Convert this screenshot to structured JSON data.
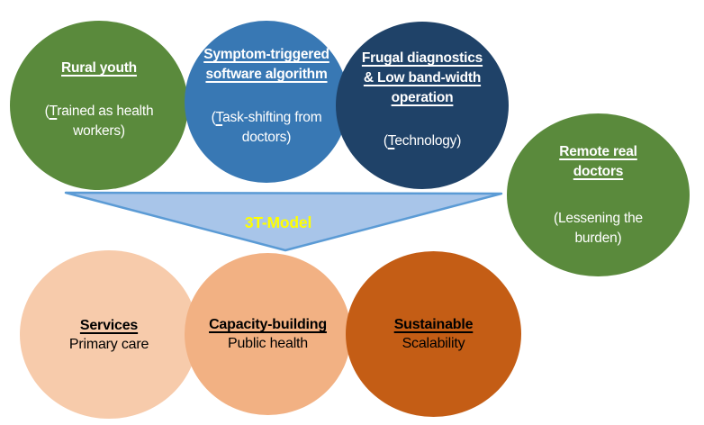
{
  "diagram": {
    "model_label": "3T-Model",
    "colors": {
      "green": "#5A8A3C",
      "blue": "#3878B4",
      "navy": "#1F4268",
      "triangle_fill": "#A8C5E9",
      "triangle_border": "#5B9BD5",
      "label_yellow": "#FFFF00",
      "peach_light": "#F7CBAB",
      "peach_mid": "#F2B183",
      "orange_dark": "#C45D15",
      "top_text": "#FFFFFF",
      "bottom_text": "#000000"
    },
    "top_circles": [
      {
        "name": "rural-youth",
        "heading_lines": [
          "Rural youth"
        ],
        "body": {
          "prefix": "(",
          "underlined": "T",
          "rest": "rained as health workers)"
        }
      },
      {
        "name": "symptom-triggered-software",
        "heading_lines": [
          "Symptom-triggered",
          "software algorithm"
        ],
        "body": {
          "prefix": "(",
          "underlined": "T",
          "rest": "ask-shifting from doctors)"
        }
      },
      {
        "name": "frugal-diagnostics",
        "heading_lines": [
          "Frugal diagnostics",
          "& Low band-width",
          "operation"
        ],
        "body": {
          "prefix": "(",
          "underlined": "T",
          "rest": "echnology)"
        }
      },
      {
        "name": "remote-real-doctors",
        "heading_lines": [
          "Remote real",
          "doctors"
        ],
        "body": {
          "prefix": "(",
          "underlined": "",
          "rest": "Lessening the burden)"
        }
      }
    ],
    "bottom_circles": [
      {
        "name": "services",
        "heading": "Services",
        "body": "Primary care"
      },
      {
        "name": "capacity-building",
        "heading": "Capacity-building",
        "body": "Public health"
      },
      {
        "name": "sustainable",
        "heading": "Sustainable",
        "body": "Scalability"
      }
    ]
  }
}
